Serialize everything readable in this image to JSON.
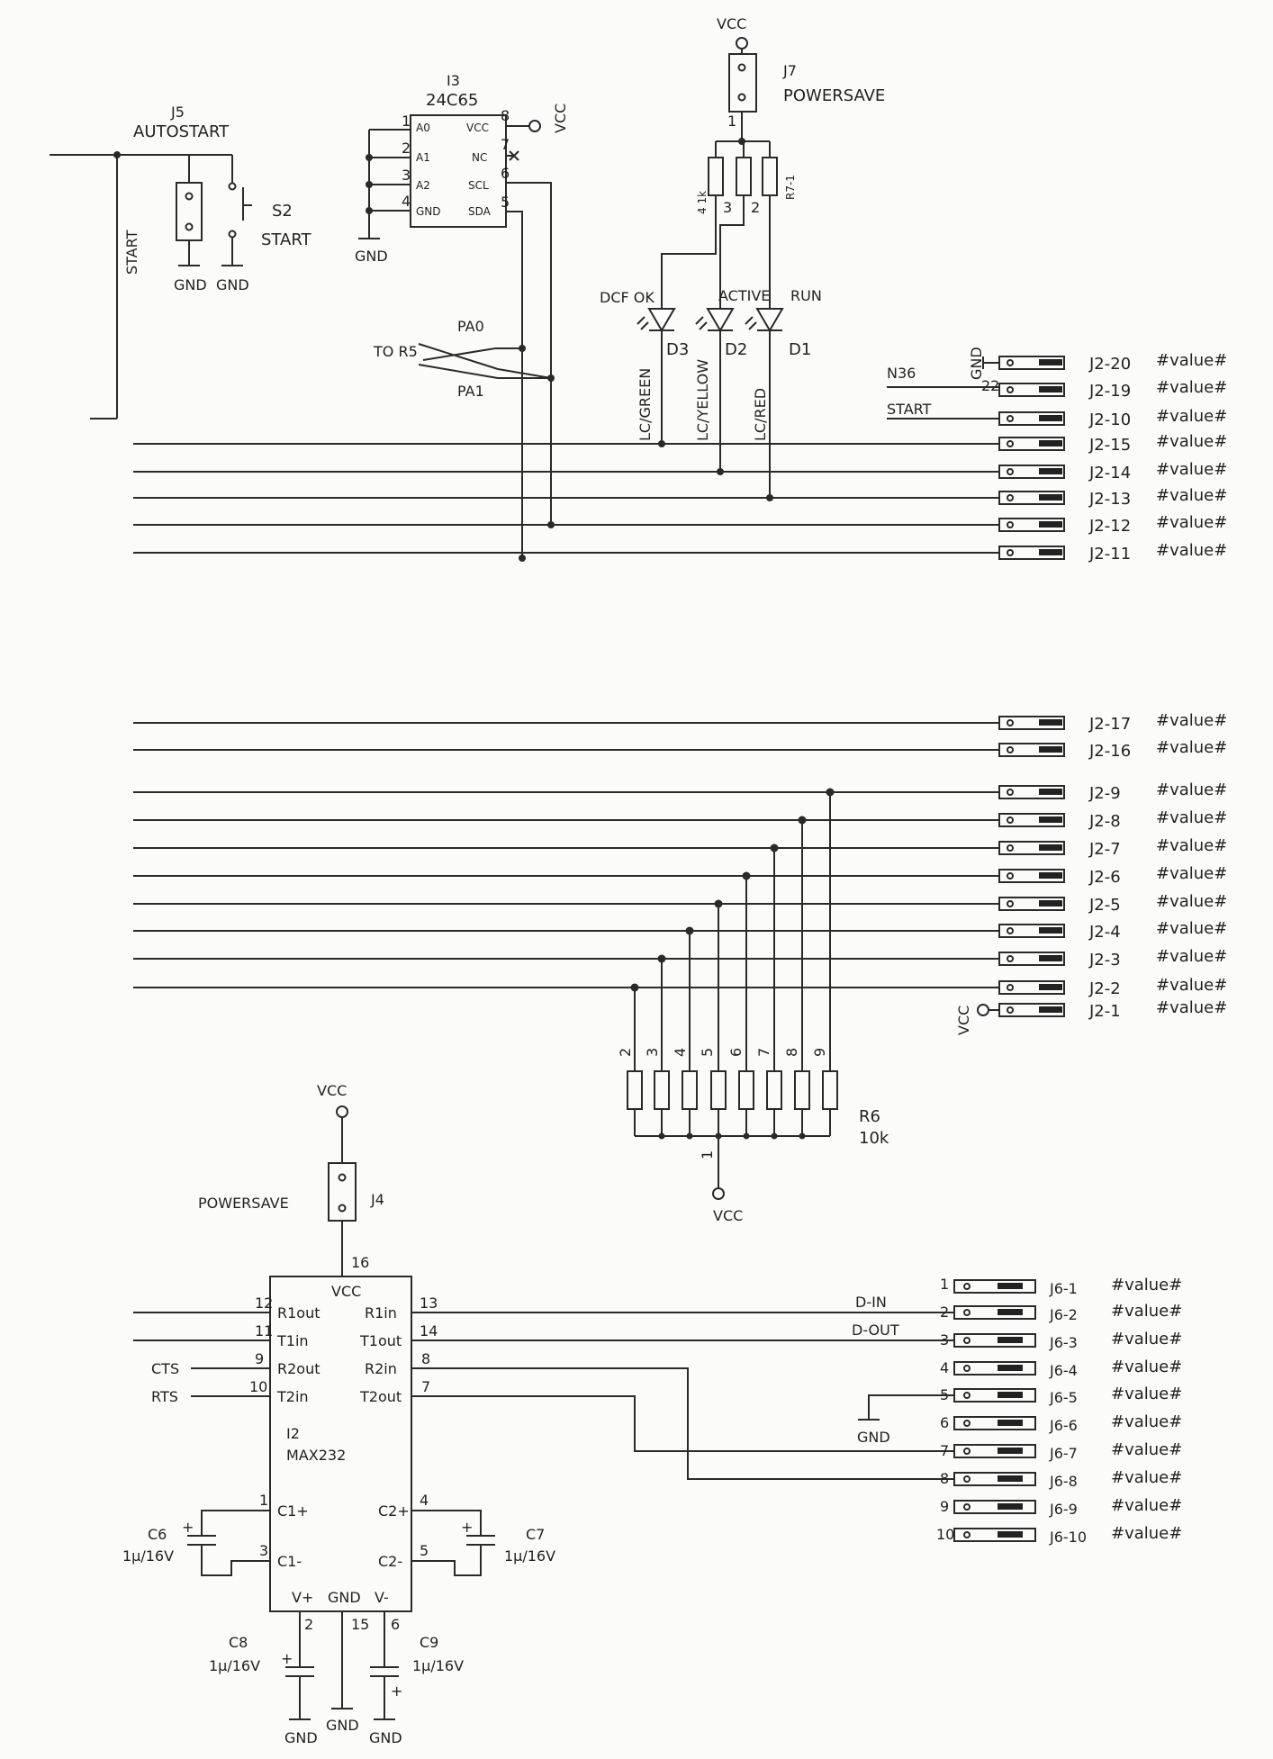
{
  "j5": {
    "ref": "J5",
    "name": "AUTOSTART",
    "gnd": "GND"
  },
  "s2": {
    "ref": "S2",
    "name": "START",
    "gnd": "GND"
  },
  "start_net": "START",
  "i3": {
    "ref": "I3",
    "part": "24C65",
    "pins_left": [
      {
        "num": "1",
        "name": "A0"
      },
      {
        "num": "2",
        "name": "A1"
      },
      {
        "num": "3",
        "name": "A2"
      },
      {
        "num": "4",
        "name": "GND"
      }
    ],
    "pins_right": [
      {
        "num": "8",
        "name": "VCC"
      },
      {
        "num": "7",
        "name": "NC"
      },
      {
        "num": "6",
        "name": "SCL"
      },
      {
        "num": "5",
        "name": "SDA"
      }
    ],
    "vcc": "VCC",
    "gnd": "GND"
  },
  "to_r5": {
    "label": "TO R5",
    "pa0": "PA0",
    "pa1": "PA1"
  },
  "j7": {
    "ref": "J7",
    "name": "POWERSAVE",
    "vcc": "VCC",
    "pin1": "1"
  },
  "r7": {
    "ref": "R7-1",
    "value": "4 1k",
    "pins": [
      "3",
      "2"
    ]
  },
  "leds": [
    {
      "ref": "D3",
      "name": "DCF OK",
      "net": "LC/GREEN"
    },
    {
      "ref": "D2",
      "name": "ACTIVE",
      "net": "LC/YELLOW"
    },
    {
      "ref": "D1",
      "name": "RUN",
      "net": "LC/RED"
    }
  ],
  "j2_top": [
    {
      "label": "J2-20",
      "value": "#value#"
    },
    {
      "label": "J2-19",
      "value": "#value#"
    },
    {
      "label": "J2-10",
      "value": "#value#"
    },
    {
      "label": "J2-15",
      "value": "#value#"
    },
    {
      "label": "J2-14",
      "value": "#value#"
    },
    {
      "label": "J2-13",
      "value": "#value#"
    },
    {
      "label": "J2-12",
      "value": "#value#"
    },
    {
      "label": "J2-11",
      "value": "#value#"
    }
  ],
  "j2_gnd": "GND",
  "j2_gnd_pin": "22",
  "n36": "N36",
  "j2_mid": [
    {
      "label": "J2-17",
      "value": "#value#"
    },
    {
      "label": "J2-16",
      "value": "#value#"
    }
  ],
  "j2_low": [
    {
      "label": "J2-9",
      "value": "#value#"
    },
    {
      "label": "J2-8",
      "value": "#value#"
    },
    {
      "label": "J2-7",
      "value": "#value#"
    },
    {
      "label": "J2-6",
      "value": "#value#"
    },
    {
      "label": "J2-5",
      "value": "#value#"
    },
    {
      "label": "J2-4",
      "value": "#value#"
    },
    {
      "label": "J2-3",
      "value": "#value#"
    },
    {
      "label": "J2-2",
      "value": "#value#"
    },
    {
      "label": "J2-1",
      "value": "#value#"
    }
  ],
  "j2_vcc": "VCC",
  "r6": {
    "ref": "R6",
    "value": "10k",
    "pins": [
      "2",
      "3",
      "4",
      "5",
      "6",
      "7",
      "8",
      "9"
    ],
    "common_pin": "1",
    "vcc": "VCC"
  },
  "j4": {
    "ref": "J4",
    "name": "POWERSAVE",
    "vcc": "VCC"
  },
  "i2": {
    "ref": "I2",
    "part": "MAX232",
    "vcc_label": "VCC",
    "vcc_pin": "16",
    "left": [
      {
        "num": "12",
        "name": "R1out"
      },
      {
        "num": "11",
        "name": "T1in"
      },
      {
        "num": "9",
        "name": "R2out"
      },
      {
        "num": "10",
        "name": "T2in"
      }
    ],
    "right": [
      {
        "num": "13",
        "name": "R1in"
      },
      {
        "num": "14",
        "name": "T1out"
      },
      {
        "num": "8",
        "name": "R2in"
      },
      {
        "num": "7",
        "name": "T2out"
      }
    ],
    "c1p": {
      "num": "1",
      "name": "C1+"
    },
    "c1m": {
      "num": "3",
      "name": "C1-"
    },
    "c2p": {
      "num": "4",
      "name": "C2+"
    },
    "c2m": {
      "num": "5",
      "name": "C2-"
    },
    "vp": {
      "num": "2",
      "name": "V+"
    },
    "gnd": {
      "num": "15",
      "name": "GND"
    },
    "vm": {
      "num": "6",
      "name": "V-"
    }
  },
  "cts": "CTS",
  "rts": "RTS",
  "d_in": "D-IN",
  "d_out": "D-OUT",
  "caps": [
    {
      "ref": "C6",
      "value": "1µ/16V"
    },
    {
      "ref": "C7",
      "value": "1µ/16V"
    },
    {
      "ref": "C8",
      "value": "1µ/16V"
    },
    {
      "ref": "C9",
      "value": "1µ/16V"
    }
  ],
  "gnd": "GND",
  "j6": [
    {
      "num": "1",
      "label": "J6-1",
      "value": "#value#"
    },
    {
      "num": "2",
      "label": "J6-2",
      "value": "#value#"
    },
    {
      "num": "3",
      "label": "J6-3",
      "value": "#value#"
    },
    {
      "num": "4",
      "label": "J6-4",
      "value": "#value#"
    },
    {
      "num": "5",
      "label": "J6-5",
      "value": "#value#"
    },
    {
      "num": "6",
      "label": "J6-6",
      "value": "#value#"
    },
    {
      "num": "7",
      "label": "J6-7",
      "value": "#value#"
    },
    {
      "num": "8",
      "label": "J6-8",
      "value": "#value#"
    },
    {
      "num": "9",
      "label": "J6-9",
      "value": "#value#"
    },
    {
      "num": "10",
      "label": "J6-10",
      "value": "#value#"
    }
  ],
  "plus": "+"
}
